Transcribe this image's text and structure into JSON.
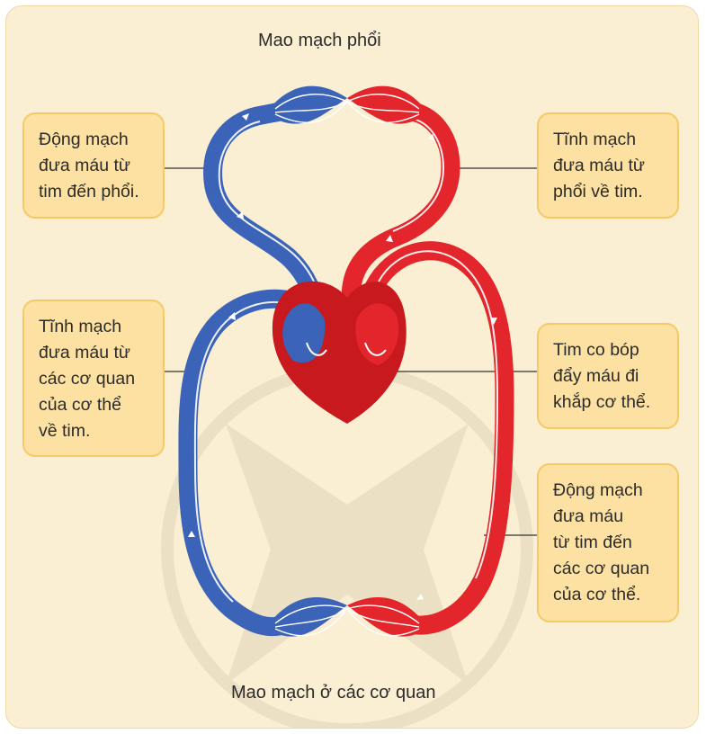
{
  "diagram": {
    "title_top": "Mao mạch phổi",
    "title_bottom": "Mao mạch ở các cơ quan",
    "labels": {
      "pulmonary_artery": [
        "Động mạch",
        "đưa máu từ",
        "tim đến phổi."
      ],
      "pulmonary_vein": [
        "Tĩnh mạch",
        "đưa máu từ",
        "phổi về tim."
      ],
      "systemic_vein": [
        "Tĩnh mạch",
        "đưa máu từ",
        "các cơ quan",
        "của cơ thể",
        "về tim."
      ],
      "heart": [
        "Tim co bóp",
        "đẩy máu đi",
        "khắp cơ thể."
      ],
      "systemic_artery": [
        "Động mạch",
        "đưa máu",
        "từ tim đến",
        "các cơ quan",
        "của cơ thể."
      ]
    },
    "colors": {
      "background": "#fbefd3",
      "label_box": "#fde1a2",
      "label_border": "#f6c866",
      "oxygen_poor_blood": "#3b63b8",
      "oxygen_rich_blood": "#e3262b",
      "heart": "#c8191e"
    }
  }
}
